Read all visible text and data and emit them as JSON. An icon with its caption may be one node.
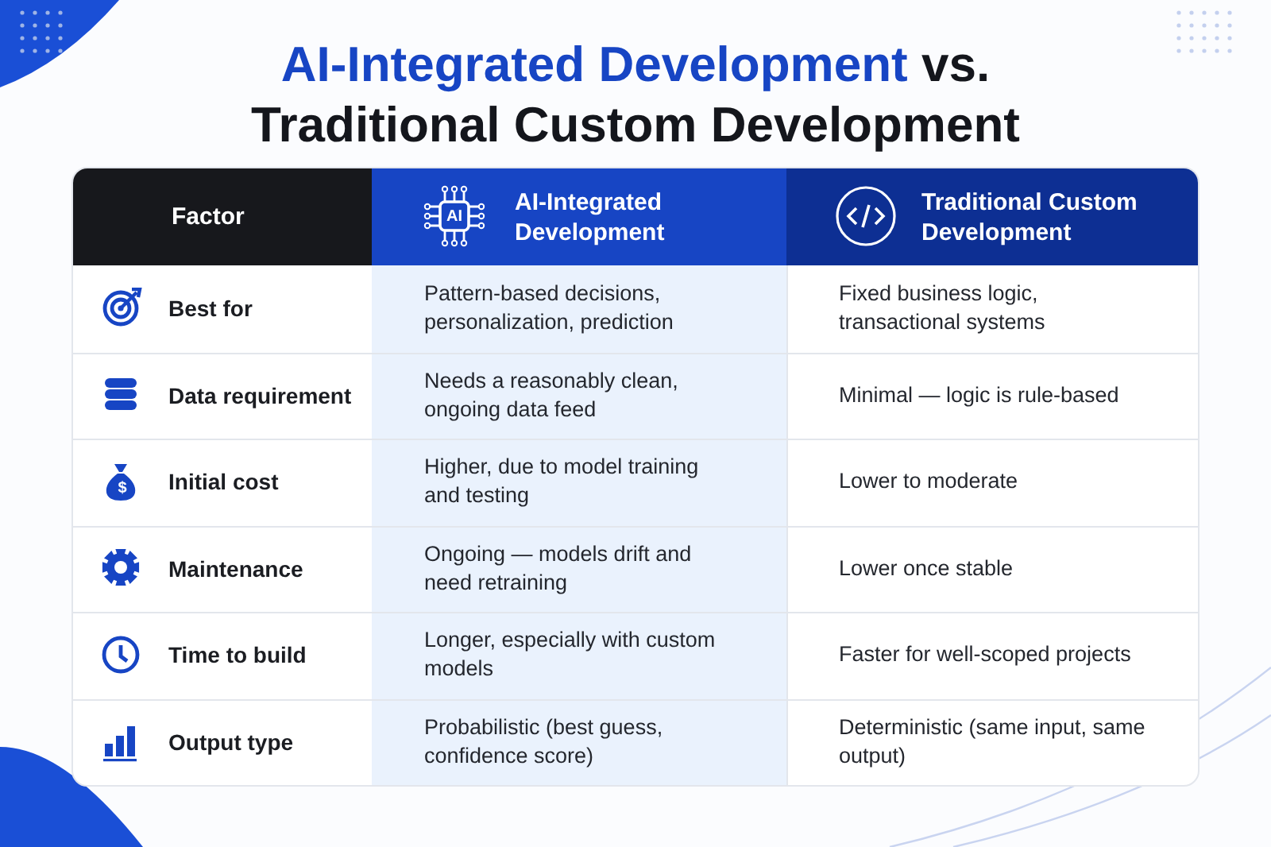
{
  "diagram": {
    "title": "**AI-Integrated Development** vs. Traditional Custom Development",
    "labels": [
      "Factor",
      "AI-Integrated Development",
      "Traditional Custom Development",
      "Best for",
      "Pattern-based decisions, personalization, prediction",
      "Fixed business logic, transactional systems",
      "Data requirement",
      "Needs a reasonably clean, ongoing data feed",
      "Minimal — logic is rule-based",
      "Initial cost",
      "Higher, due to model training and testing",
      "Lower to moderate",
      "Maintenance",
      "Ongoing — models drift and need retraining",
      "Lower once stable",
      "Time to build",
      "Longer, especially with custom models",
      "Faster for well-scoped projects",
      "Output type",
      "Probabilistic (best guess, confidence score)",
      "Deterministic (same input, same output)",
      "AI",
      "$"
    ]
  }
}
